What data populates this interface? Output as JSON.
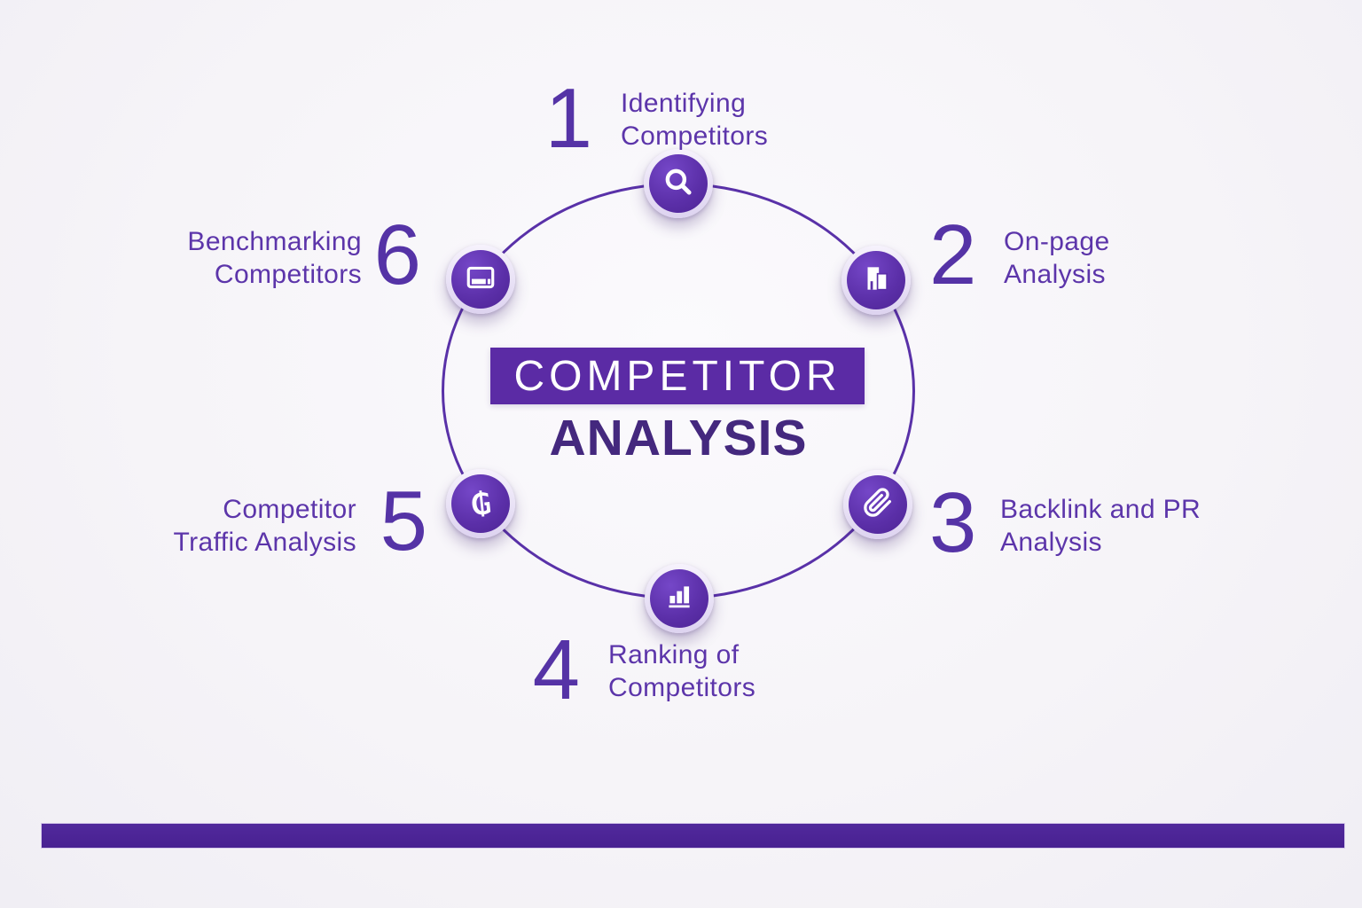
{
  "title": {
    "line1": "COMPETITOR",
    "line2": "ANALYSIS"
  },
  "steps": [
    {
      "num": "1",
      "line1": "Identifying",
      "line2": "Competitors",
      "icon": "search-icon"
    },
    {
      "num": "2",
      "line1": "On-page",
      "line2": "Analysis",
      "icon": "page-icon"
    },
    {
      "num": "3",
      "line1": "Backlink and PR",
      "line2": "Analysis",
      "icon": "paperclip-icon"
    },
    {
      "num": "4",
      "line1": "Ranking of",
      "line2": "Competitors",
      "icon": "bar-chart-icon"
    },
    {
      "num": "5",
      "line1": "Competitor",
      "line2": "Traffic Analysis",
      "icon": "traffic-glyph-icon",
      "glyph": "₲"
    },
    {
      "num": "6",
      "line1": "Benchmarking",
      "line2": "Competitors",
      "icon": "monitor-icon"
    }
  ],
  "colors": {
    "primary": "#5b2ba5",
    "ring": "#5931a8",
    "number": "#5533a6",
    "label": "#5c35aa",
    "subtitle": "#44287e",
    "bottom_bar": "#482191",
    "background": "#f6f4f8"
  }
}
